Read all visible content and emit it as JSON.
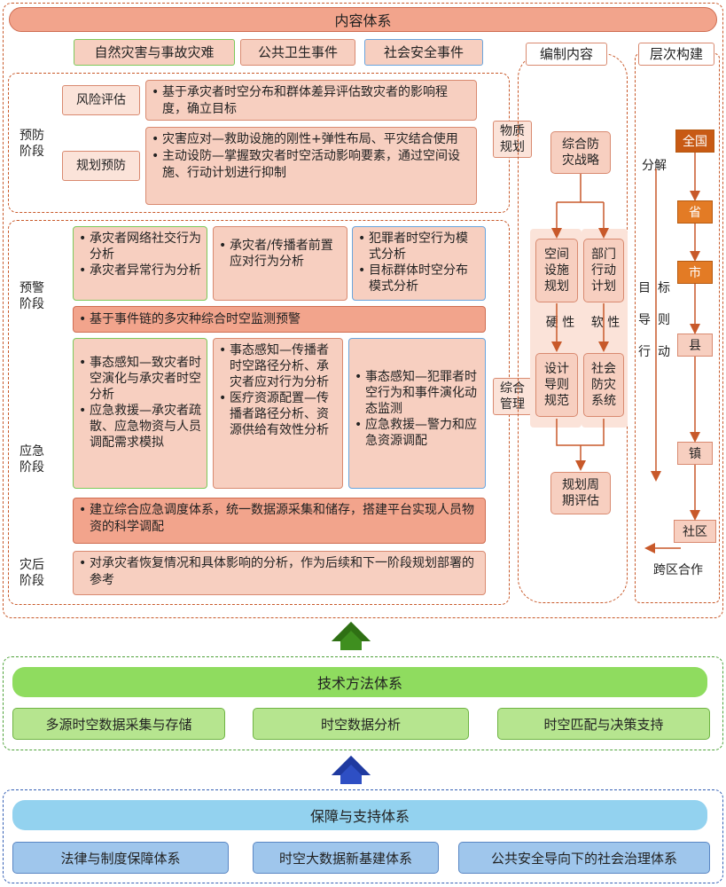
{
  "content_system": {
    "title": "内容体系",
    "categories": [
      "自然灾害与事故灾难",
      "公共卫生事件",
      "社会安全事件"
    ],
    "stages": {
      "prevention": {
        "label": "预防\n阶段",
        "risk_label": "风险评估",
        "risk_text": "• 基于承灾者时空分布和群体差异评估致灾者的影响程度，确立目标",
        "plan_label": "规划预防",
        "plan_items": [
          "灾害应对—救助设施的刚性+弹性布局、平灾结合使用",
          "主动设防—掌握致灾者时空活动影响要素，通过空间设施、行动计划进行抑制"
        ]
      },
      "warning": {
        "label": "预警\n阶段",
        "box1": [
          "承灾者网络社交行为分析",
          "承灾者异常行为分析"
        ],
        "box2": [
          "承灾者/传播者前置应对行为分析"
        ],
        "box3": [
          "犯罪者时空行为模式分析",
          "目标群体时空分布模式分析"
        ],
        "bar": "基于事件链的多灾种综合时空监测预警"
      },
      "emergency": {
        "label": "应急\n阶段",
        "box1": [
          "事态感知—致灾者时空演化与承灾者时空分析",
          "应急救援—承灾者疏散、应急物资与人员调配需求模拟"
        ],
        "box2": [
          "事态感知—传播者时空路径分析、承灾者应对行为分析",
          "医疗资源配置—传播者路径分析、资源供给有效性分析"
        ],
        "box3": [
          "事态感知—犯罪者时空行为和事件演化动态监测",
          "应急救援—警力和应急资源调配"
        ],
        "bar": "建立综合应急调度体系，统一数据源采集和储存，搭建平台实现人员物资的科学调配"
      },
      "post": {
        "label": "灾后\n阶段",
        "bar": "对承灾者恢复情况和具体影响的分析，作为后续和下一阶段规划部署的参考"
      }
    },
    "side_labels": {
      "material": "物质\n规划",
      "management": "综合\n管理"
    }
  },
  "compile": {
    "title": "编制内容",
    "strategy": "综合防\n灾战略",
    "spatial": "空间\n设施\n规划",
    "action": "部门\n行动\n计划",
    "hard": "硬 性",
    "soft": "软 性",
    "design": "设计\n导则\n规范",
    "social": "社会\n防灾\n系统",
    "eval": "规划周\n期评估"
  },
  "levels": {
    "title": "层次构建",
    "nodes": [
      "全国",
      "省",
      "市",
      "县",
      "镇",
      "社区"
    ],
    "decompose": "分解",
    "goal": "目\n标\n导\n则\n行\n动",
    "cross": "跨区合作"
  },
  "tech": {
    "title": "技术方法体系",
    "items": [
      "多源时空数据采集与存储",
      "时空数据分析",
      "时空匹配与决策支持"
    ]
  },
  "support": {
    "title": "保障与支持体系",
    "items": [
      "法律与制度保障体系",
      "时空大数据新基建体系",
      "公共安全导向下的社会治理体系"
    ]
  },
  "colors": {
    "orange": "#c8592a",
    "green": "#4fa23a",
    "blue": "#3560b5",
    "accent": "#e37b25"
  }
}
